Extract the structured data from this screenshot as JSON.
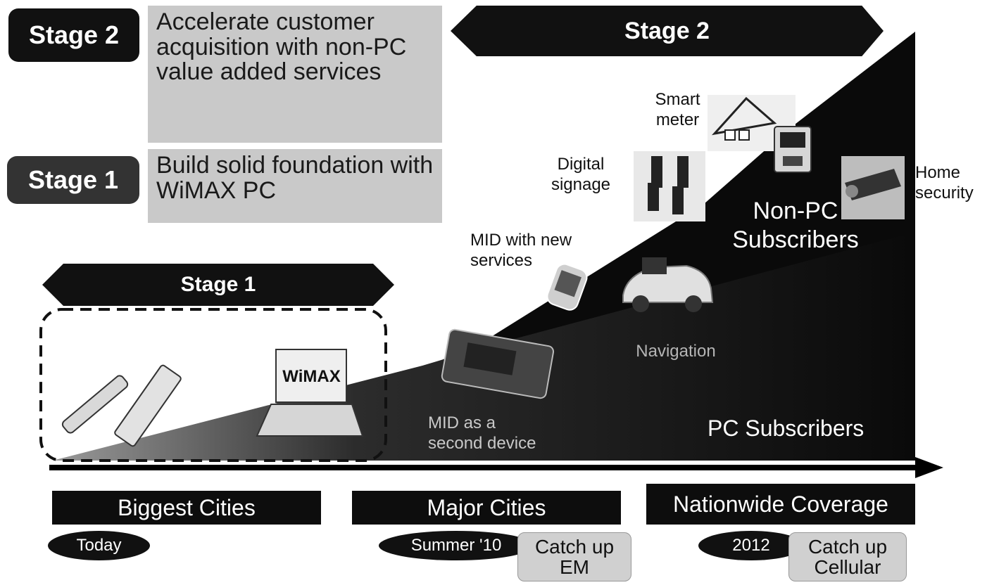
{
  "legend": {
    "stage2_badge": "Stage 2",
    "stage2_text": "Accelerate customer acquisition  with non-PC value added services",
    "stage1_badge": "Stage 1",
    "stage1_text": "Build solid foundation with WiMAX PC"
  },
  "banners": {
    "stage2": "Stage 2",
    "stage1": "Stage 1"
  },
  "devices": {
    "laptop_brand": "WiMAX",
    "smart_meter": "Smart meter",
    "digital_signage": "Digital signage",
    "home_security": "Home security",
    "mid_new_services": "MID with new services",
    "navigation": "Navigation",
    "mid_second_device": "MID as a second device"
  },
  "segments": {
    "non_pc": "Non-PC Subscribers",
    "pc": "PC Subscribers"
  },
  "phases": [
    {
      "label": "Biggest Cities",
      "milestone": "Today"
    },
    {
      "label": "Major Cities",
      "milestone": "Summer '10",
      "catchup": "Catch up EM"
    },
    {
      "label": "Nationwide Coverage",
      "milestone": "2012",
      "catchup": "Catch up Cellular"
    }
  ],
  "colors": {
    "dark": "#111111",
    "legend_box": "#c9c9c9",
    "gradient_light": "#9a9a9a"
  }
}
